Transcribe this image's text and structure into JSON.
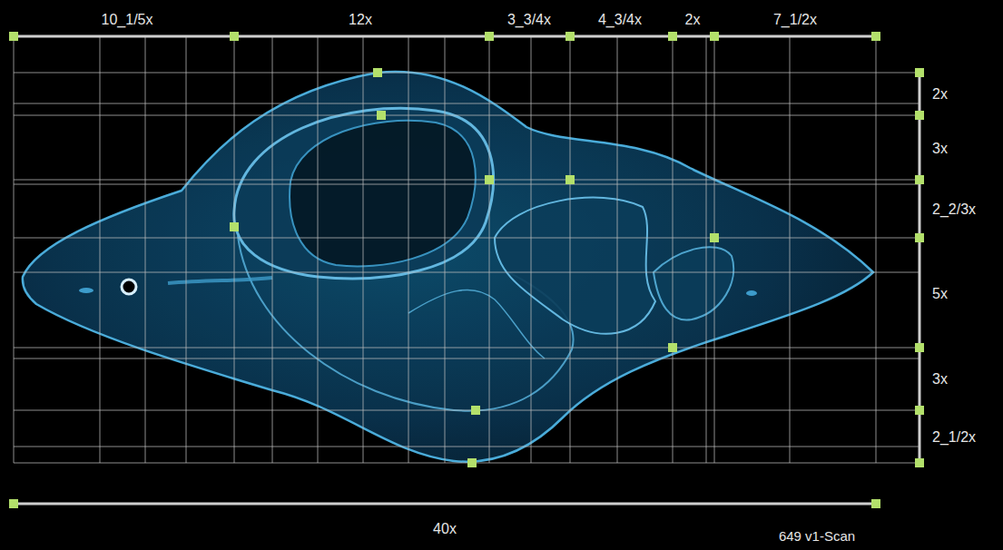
{
  "diagram": {
    "labels": [
      "10_1/5x",
      "12x",
      "3_3/4x",
      "4_3/4x",
      "2x",
      "7_1/2x",
      "2x",
      "3x",
      "2_2/3x",
      "5x",
      "3x",
      "2_1/2x",
      "40x",
      "649 v1-Scan"
    ]
  }
}
